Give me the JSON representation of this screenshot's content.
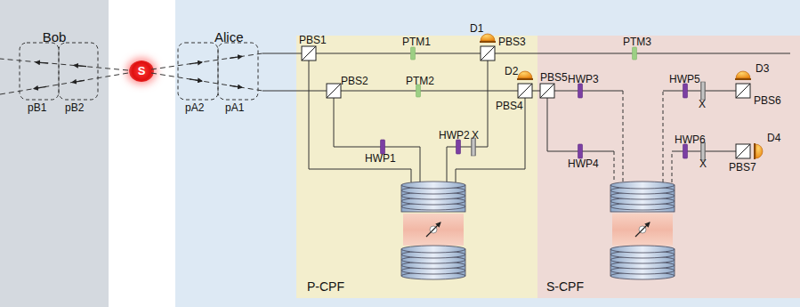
{
  "diagram": {
    "nodes": [
      {
        "text": [
          "Bob"
        ]
      },
      {
        "text": [
          "Alice"
        ]
      },
      {
        "text": [
          "P-CPF"
        ],
        "in": 1
      },
      {
        "text": [
          "S-CPF"
        ],
        "in": 1
      },
      {
        "text": [
          "S"
        ]
      }
    ],
    "labels": [
      "pB1",
      "pB2",
      "pA2",
      "pA1",
      "PBS1",
      "PTM1",
      "D1",
      "PBS3",
      "D2",
      "PBS2",
      "PTM2",
      "X",
      "PBS4",
      "HWP1",
      "HWP2",
      "PTM3",
      "PBS5",
      "HWP3",
      "HWP5",
      "D3",
      "X",
      "PBS6",
      "HWP4",
      "HWP6",
      "X",
      "PBS7",
      "D4"
    ]
  }
}
